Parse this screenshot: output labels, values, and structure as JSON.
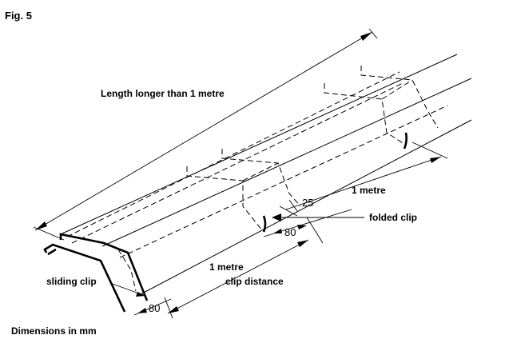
{
  "figure": {
    "fig_label": "Fig. 5",
    "length_label": "Length longer than 1 metre",
    "one_metre_right": "1 metre",
    "dim_25": "25",
    "folded_clip": "folded clip",
    "dim_80_right": "80",
    "one_metre_left": "1 metre",
    "clip_distance": "clip distance",
    "sliding_clip": "sliding clip",
    "dim_80_left": "80",
    "units_note": "Dimensions in mm"
  }
}
